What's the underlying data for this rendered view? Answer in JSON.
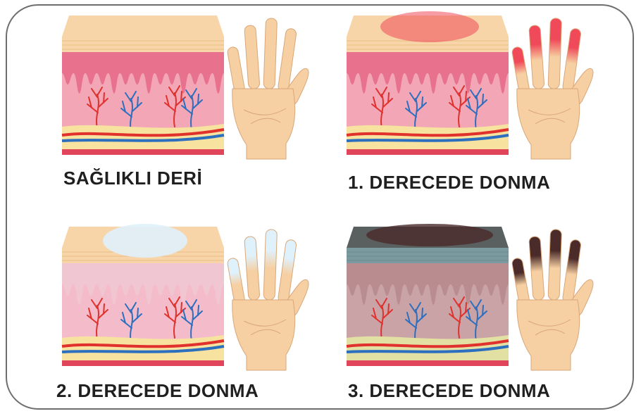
{
  "panels": [
    {
      "id": "healthy",
      "label": "SAĞLIKLI DERİ",
      "stage": "healthy"
    },
    {
      "id": "first-degree",
      "label": "1. DERECEDE DONMA",
      "stage": "first"
    },
    {
      "id": "second-degree",
      "label": "2. DERECEDE DONMA",
      "stage": "second"
    },
    {
      "id": "third-degree",
      "label": "3. DERECEDE DONMA",
      "stage": "third"
    }
  ],
  "colors": {
    "frame": "#6e6e6e",
    "epidermis": "#f7d5a8",
    "dermis_pink": "#f2a6b6",
    "papillae": "#e8718d",
    "fat": "#f7e2a0",
    "artery": "#e0312d",
    "vein": "#2c6fbf",
    "skin_hand": "#f6cfa2",
    "frostbite_red": "#f0495a",
    "frostbite_white": "#dff1fb",
    "frostbite_dark": "#4a2b2a",
    "grey_tissue": "#7a9aa0"
  }
}
